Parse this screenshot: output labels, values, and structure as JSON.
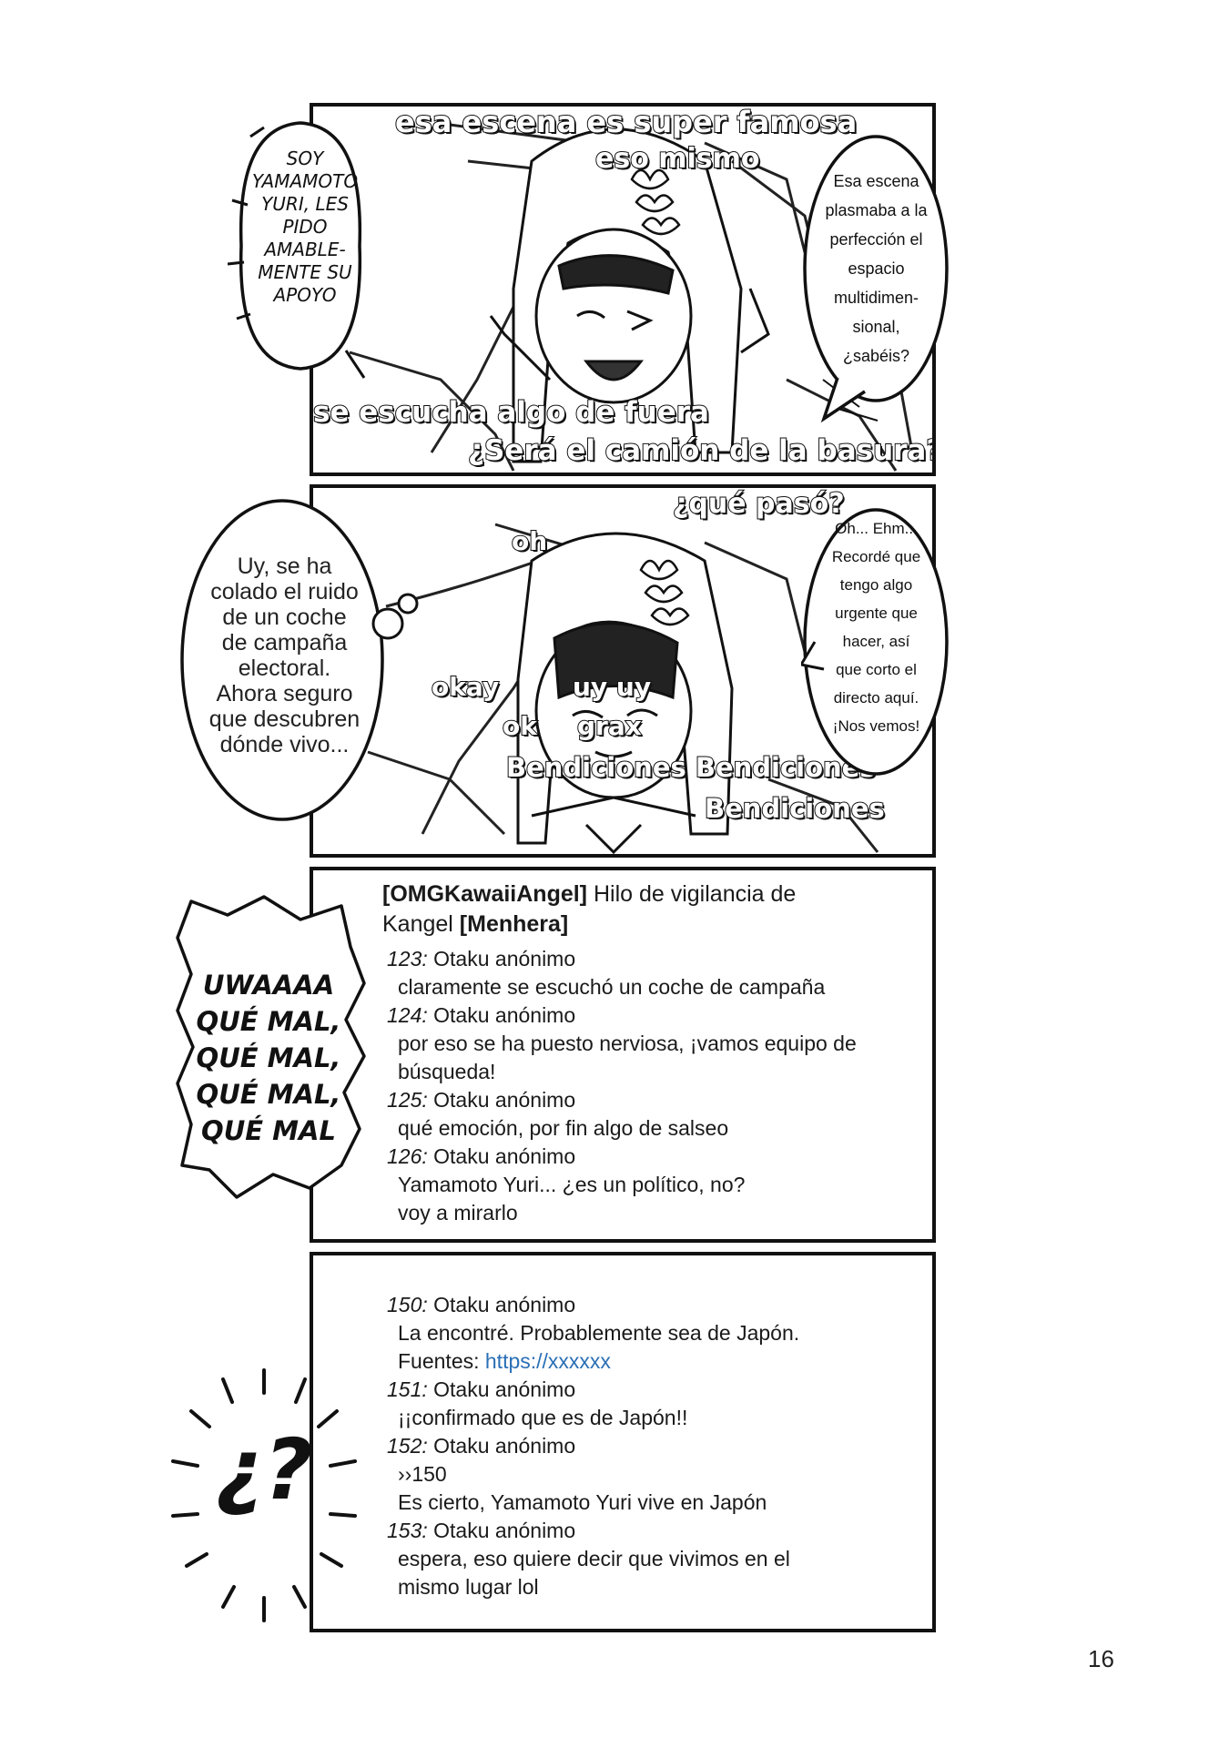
{
  "panel1": {
    "overlay_top1": "esa escena es super famosa",
    "overlay_top2": "eso mismo",
    "left_bubble": "SOY\nYAMAMOTO\nYURI, LES\nPIDO\nAMABLE-\nMENTE SU\nAPOYO",
    "right_bubble": "Esa escena\nplasmaba a la\nperfección el\nespacio\nmultidimen-\nsional,\n¿sabéis?",
    "overlay_bottom1": "se escucha algo de fuera",
    "overlay_bottom2": "¿Será el camión de la basura?"
  },
  "panel2": {
    "overlay_q": "¿qué pasó?",
    "overlay_oh": "oh",
    "thought_bubble": "Uy, se ha\ncolado el ruido\nde un coche\nde campaña\nelectoral.\nAhora seguro\nque descubren\ndónde vivo...",
    "right_bubble": "Oh... Ehm...\nRecordé que\ntengo algo\nurgente que\nhacer, así\nque corto el\ndirecto aquí.\n¡Nos vemos!",
    "overlay_okay": "okay",
    "overlay_uyuy": "uy uy",
    "overlay_ok": "ok",
    "overlay_grax": "grax",
    "overlay_bend1": "Bendiciones Bendiciones",
    "overlay_bend2": "Bendiciones"
  },
  "panel3": {
    "sfx": "UWAAAA\nQUÉ MAL,\nQUÉ MAL,\nQUÉ MAL,\nQUÉ MAL",
    "title_a": "[OMGKawaiiAngel]",
    "title_b": " Hilo de vigilancia de",
    "title_c": "Kangel ",
    "title_d": "[Menhera]",
    "posts": [
      {
        "num": "123:",
        "user": " Otaku anónimo",
        "lines": [
          "claramente se escuchó un coche de campaña"
        ]
      },
      {
        "num": "124:",
        "user": " Otaku anónimo",
        "lines": [
          "por eso se ha puesto nerviosa, ¡vamos equipo de",
          "búsqueda!"
        ]
      },
      {
        "num": "125:",
        "user": " Otaku anónimo",
        "lines": [
          "qué emoción, por fin algo de salseo"
        ]
      },
      {
        "num": "126:",
        "user": " Otaku anónimo",
        "lines": [
          "Yamamoto Yuri... ¿es un político, no?",
          "voy a mirarlo"
        ]
      }
    ]
  },
  "panel4": {
    "sfx": "¿?",
    "posts": [
      {
        "num": "150:",
        "user": " Otaku anónimo",
        "lines": [
          "La encontré. Probablemente sea de Japón."
        ],
        "link_prefix": "Fuentes: ",
        "link": "https://xxxxxx"
      },
      {
        "num": "151:",
        "user": " Otaku anónimo",
        "lines": [
          "¡¡confirmado que es de Japón!!"
        ]
      },
      {
        "num": "152:",
        "user": " Otaku anónimo",
        "lines": [
          "››150",
          "Es cierto, Yamamoto Yuri vive en Japón"
        ]
      },
      {
        "num": "153:",
        "user": " Otaku anónimo",
        "lines": [
          "espera, eso quiere decir que vivimos en el",
          "mismo lugar lol"
        ]
      }
    ]
  },
  "page_number": "16"
}
